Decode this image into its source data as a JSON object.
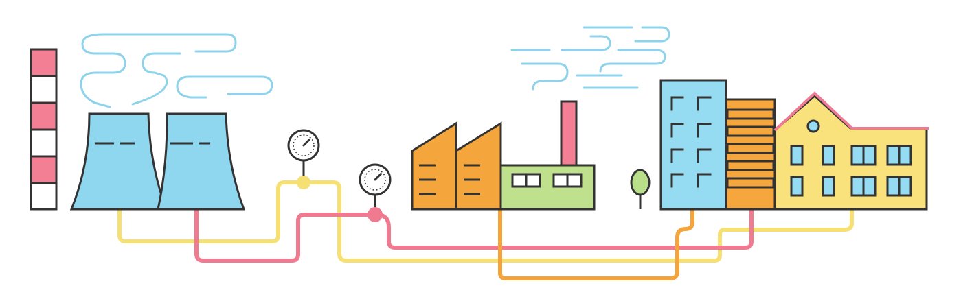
{
  "colors": {
    "outline": "#333333",
    "steam": "#8dd3ec",
    "cooling_tower": "#8fd6ef",
    "chimney_red": "#f27f94",
    "pipe_yellow": "#f6df73",
    "pipe_red": "#f07b91",
    "pipe_orange": "#f5a43c",
    "factory_orange": "#f4a63c",
    "factory_green": "#bfe08c",
    "office_blue": "#95dcf3",
    "tower_orange": "#f5a73e",
    "house_yellow": "#f9e27c",
    "house_roof": "#ee7a93",
    "tree_green": "#b9df8a",
    "background": "#ffffff"
  },
  "icons": [
    "chimney-icon",
    "cooling-tower-icon",
    "steam-cloud-icon",
    "pressure-gauge-icon",
    "factory-icon",
    "tree-icon",
    "office-building-icon",
    "residential-house-icon",
    "pipeline-icon"
  ],
  "gauges": [
    {
      "name": "gauge-yellow-pipe",
      "needle_deg": 45
    },
    {
      "name": "gauge-red-pipe",
      "needle_deg": 45
    }
  ]
}
